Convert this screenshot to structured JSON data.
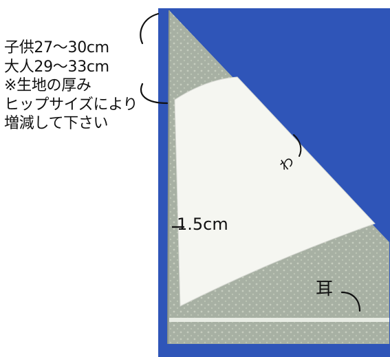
{
  "photo": {
    "description_icon": "fabric-pattern-photo",
    "colors": {
      "backdrop": "#2f55b8",
      "fabric": "#a7b0a3",
      "paper": "#f5f6f1",
      "selvedge": "#e8ece4",
      "ink": "#111111"
    }
  },
  "annotations": {
    "waist_note": [
      "子供27〜30cm",
      "大人29〜33cm",
      "※生地の厚み",
      "ヒップサイズにより",
      "増減して下さい"
    ],
    "fold_label": "わ",
    "seam_allowance": "1.5cm",
    "selvedge_label": "耳"
  }
}
